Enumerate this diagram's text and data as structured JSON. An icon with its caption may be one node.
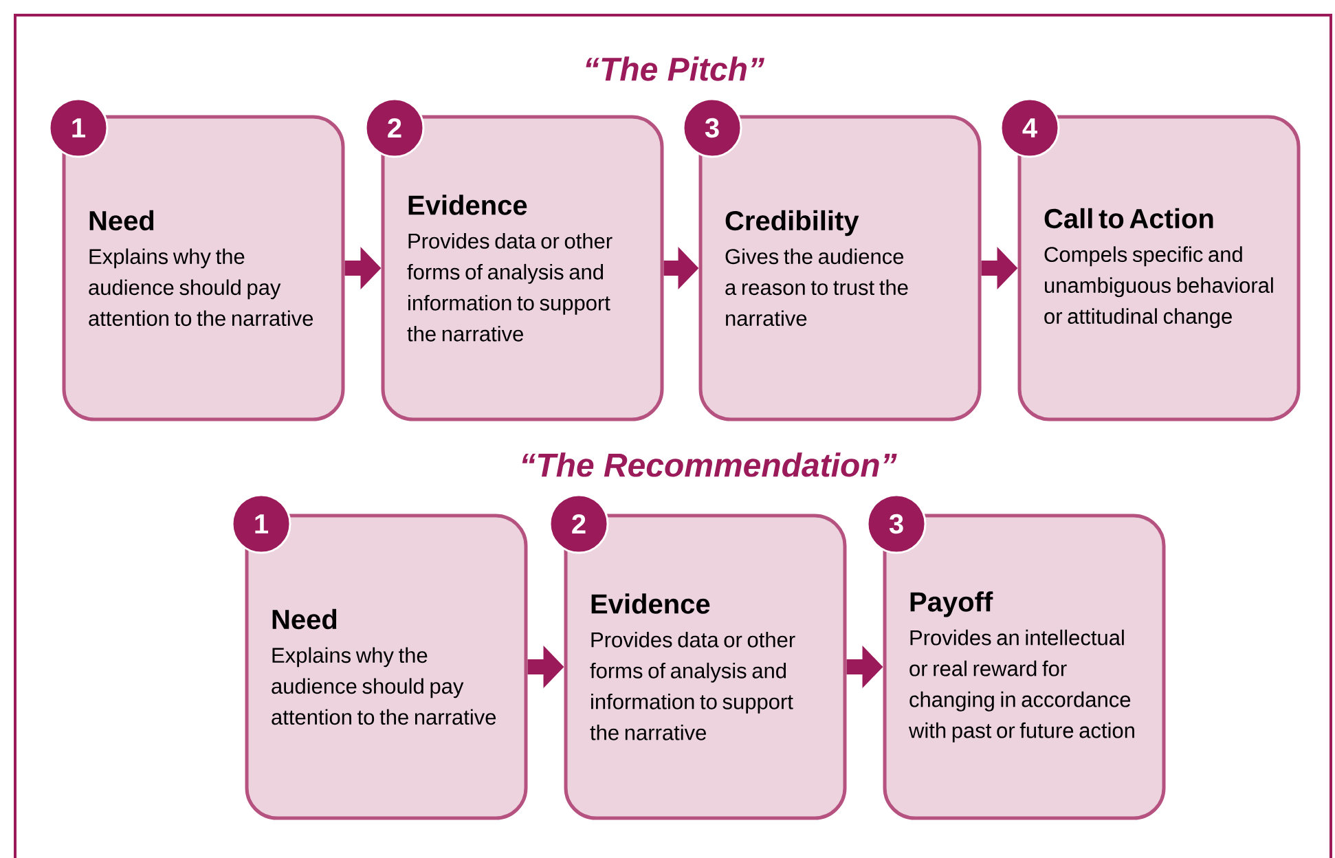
{
  "diagram": {
    "nodes": [
      {
        "text": [
          "1"
        ]
      },
      {
        "text": [
          "Need",
          "Explains why the audience should pay attention to the narrative"
        ]
      },
      {
        "text": [
          "2"
        ]
      },
      {
        "text": [
          "Evidence",
          "Provides data or other forms of analysis and information to support the narrative"
        ]
      },
      {
        "text": [
          "3"
        ]
      },
      {
        "text": [
          "Credibility",
          "Gives the audience a reason to trust the narrative"
        ]
      },
      {
        "text": [
          "4"
        ]
      },
      {
        "text": [
          "Call to Action",
          "Compels specific and unambiguous behavioral or attitudinal change"
        ]
      },
      {
        "text": [
          "1"
        ]
      },
      {
        "text": [
          "Need",
          "Explains why the audience should pay attention to the narrative"
        ]
      },
      {
        "text": [
          "2"
        ]
      },
      {
        "text": [
          "Evidence",
          "Provides data or other forms of analysis and information to support the narrative"
        ]
      },
      {
        "text": [
          "3"
        ]
      },
      {
        "text": [
          "Payoff",
          "Provides an intellectual or real reward for changing in accordance with past or future action"
        ]
      }
    ],
    "edges": [
      {
        "from": 1,
        "to": 3,
        "arrow": "to"
      },
      {
        "from": 3,
        "to": 5,
        "arrow": "to"
      },
      {
        "from": 5,
        "to": 7,
        "arrow": "to"
      },
      {
        "from": 9,
        "to": 11,
        "arrow": "to"
      },
      {
        "from": 11,
        "to": 13,
        "arrow": "to"
      }
    ],
    "labels": [
      "“The Pitch”",
      "“The Recommendation”"
    ]
  }
}
